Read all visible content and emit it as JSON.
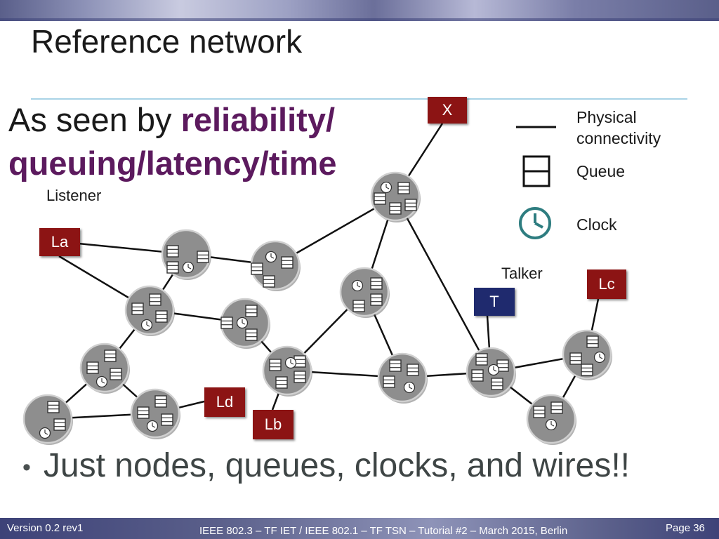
{
  "slide": {
    "title": "Reference network",
    "subtitle_plain": "As seen by ",
    "subtitle_bold_1": "reliability/",
    "subtitle_bold_2": "queuing/latency/time",
    "listener_label": "Listener",
    "talker_label": "Talker",
    "bullet": "Just nodes, queues, clocks, and wires!!"
  },
  "legend": {
    "physical": "Physical connectivity",
    "physical_line1": "Physical",
    "physical_line2": "connectivity",
    "queue": "Queue",
    "clock": "Clock"
  },
  "endpoints": {
    "X": "X",
    "La": "La",
    "Lb": "Lb",
    "Lc": "Lc",
    "Ld": "Ld",
    "T": "T"
  },
  "footer": {
    "version": "Version 0.2 rev1",
    "center": "IEEE 802.3 – TF IET / IEEE 802.1 – TF TSN – Tutorial #2 – March 2015, Berlin",
    "page": "Page 36"
  },
  "colors": {
    "endpoint_red": "#8c1414",
    "endpoint_blue": "#1f2a6e",
    "node_fill": "#8e8e8e",
    "subtitle_highlight": "#5c1a5e",
    "legend_clock": "#2e7d80"
  }
}
